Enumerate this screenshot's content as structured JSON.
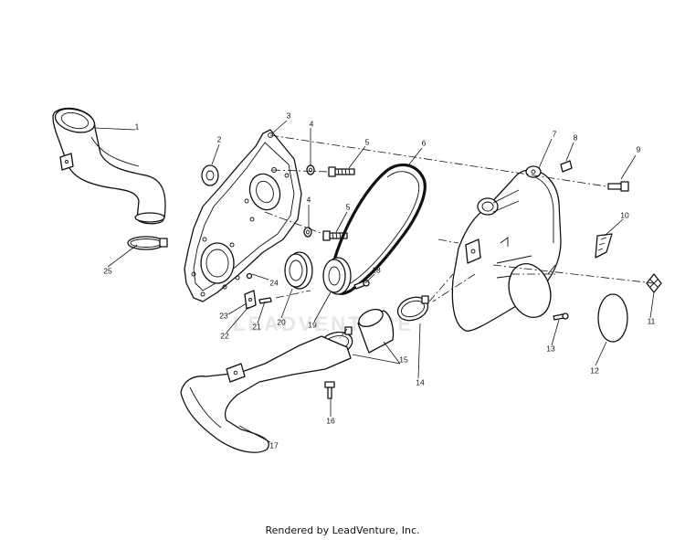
{
  "footer": "Rendered by LeadVenture, Inc.",
  "watermark": "LEADVENTURE",
  "callouts": [
    "1",
    "2",
    "3",
    "4",
    "5",
    "6",
    "7",
    "8",
    "9",
    "10",
    "4",
    "5",
    "25",
    "24",
    "23",
    "22",
    "21",
    "20",
    "19",
    "18",
    "13",
    "11",
    "12",
    "15",
    "14",
    "16",
    "17"
  ]
}
